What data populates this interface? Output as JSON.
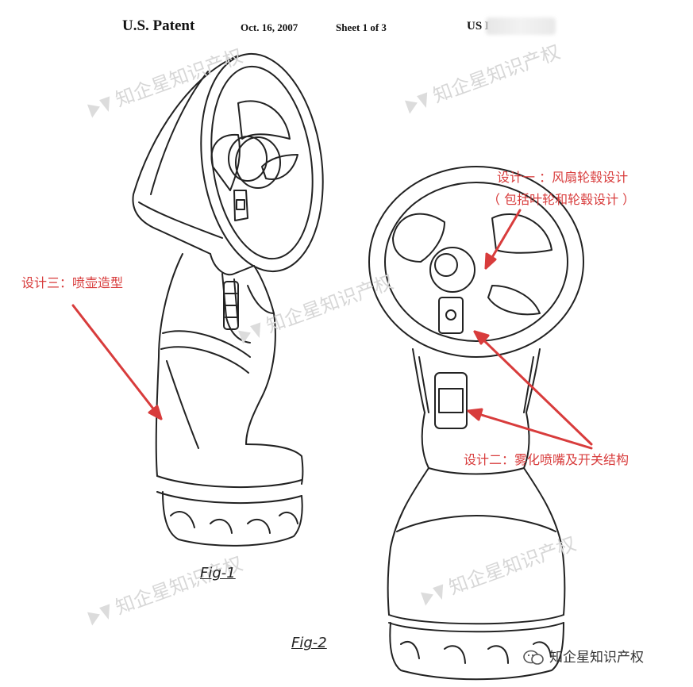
{
  "header": {
    "title": "U.S. Patent",
    "date": "Oct. 16, 2007",
    "sheet": "Sheet 1 of 3",
    "number_prefix": "US D"
  },
  "watermark_text": "知企星知识产权",
  "annotations": {
    "design1_line1": "设计一 ：风扇轮毂设计",
    "design1_line2": "（ 包括叶轮和轮毂设计 ）",
    "design2": "设计二：雾化喷嘴及开关结构",
    "design3": "设计三：喷壶造型"
  },
  "figures": {
    "fig1": "Fig-1",
    "fig2": "Fig-2"
  },
  "footer": {
    "account": "知企星知识产权"
  },
  "colors": {
    "annotation": "#d83c3c",
    "line_art": "#222222",
    "watermark": "#d7d7d7"
  }
}
